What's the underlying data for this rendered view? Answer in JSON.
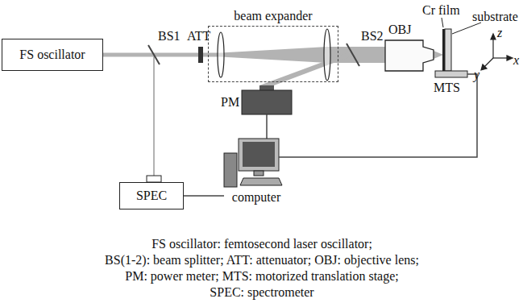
{
  "diagram": {
    "nodes": [
      {
        "text": [
          "FS oscillator"
        ]
      },
      {
        "text": [
          "beam expander"
        ]
      },
      {
        "text": [
          "SPEC"
        ]
      }
    ],
    "labels": [
      "BS1",
      "ATT",
      "BS2",
      "OBJ",
      "PM",
      "Cr film",
      "substrate",
      "MTS",
      "z",
      "y",
      "x",
      "computer",
      "FS oscillator: femtosecond laser oscillator;",
      "BS(1-2): beam splitter; ATT: attenuator; OBJ: objective lens;",
      "PM: power meter; MTS: motorized translation stage;",
      "SPEC: spectrometer"
    ]
  }
}
